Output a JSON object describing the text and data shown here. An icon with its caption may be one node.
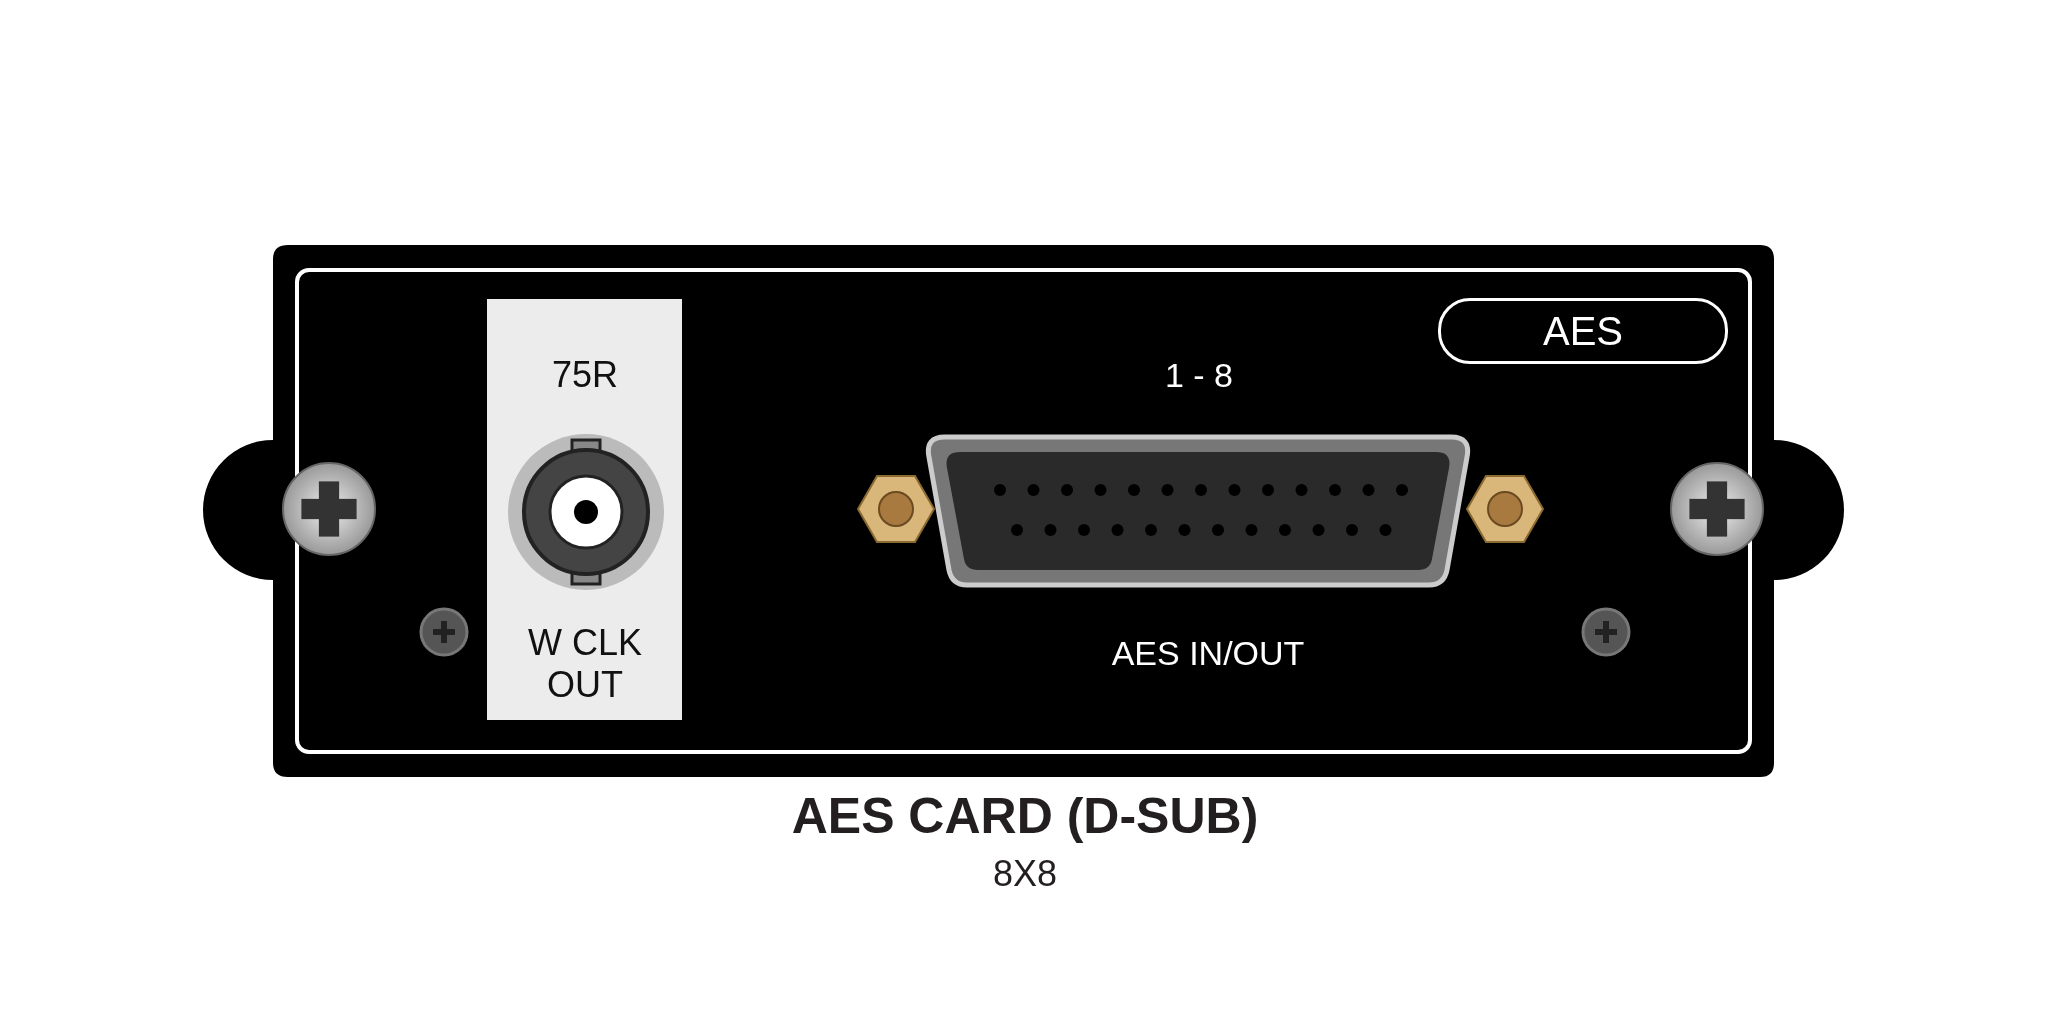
{
  "diagram": {
    "title": "AES CARD (D-SUB)",
    "caption": "8X8",
    "nodes": [
      {
        "text": [
          "75R",
          "W CLK OUT"
        ]
      },
      {
        "text": [
          "AES"
        ]
      }
    ],
    "labels": [
      "1 - 8",
      "AES IN/OUT"
    ]
  }
}
